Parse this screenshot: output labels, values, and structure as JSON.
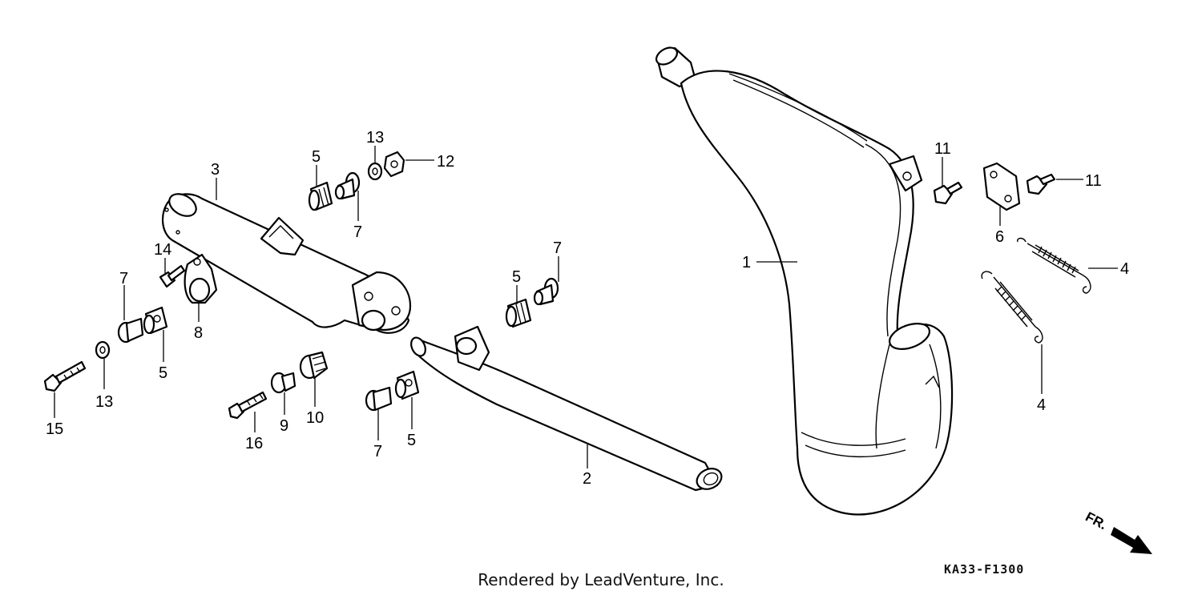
{
  "diagram": {
    "callouts": {
      "c1": "1",
      "c2": "2",
      "c3": "3",
      "c4a": "4",
      "c4b": "4",
      "c5a": "5",
      "c5b": "5",
      "c5c": "5",
      "c5d": "5",
      "c6": "6",
      "c7a": "7",
      "c7b": "7",
      "c7c": "7",
      "c7d": "7",
      "c8": "8",
      "c9": "9",
      "c10": "10",
      "c11a": "11",
      "c11b": "11",
      "c12": "12",
      "c13a": "13",
      "c13b": "13",
      "c14": "14",
      "c15": "15",
      "c16": "16"
    },
    "direction_label": "FR.",
    "diagram_code": "KA33-F1300",
    "credit": "Rendered by LeadVenture, Inc."
  }
}
